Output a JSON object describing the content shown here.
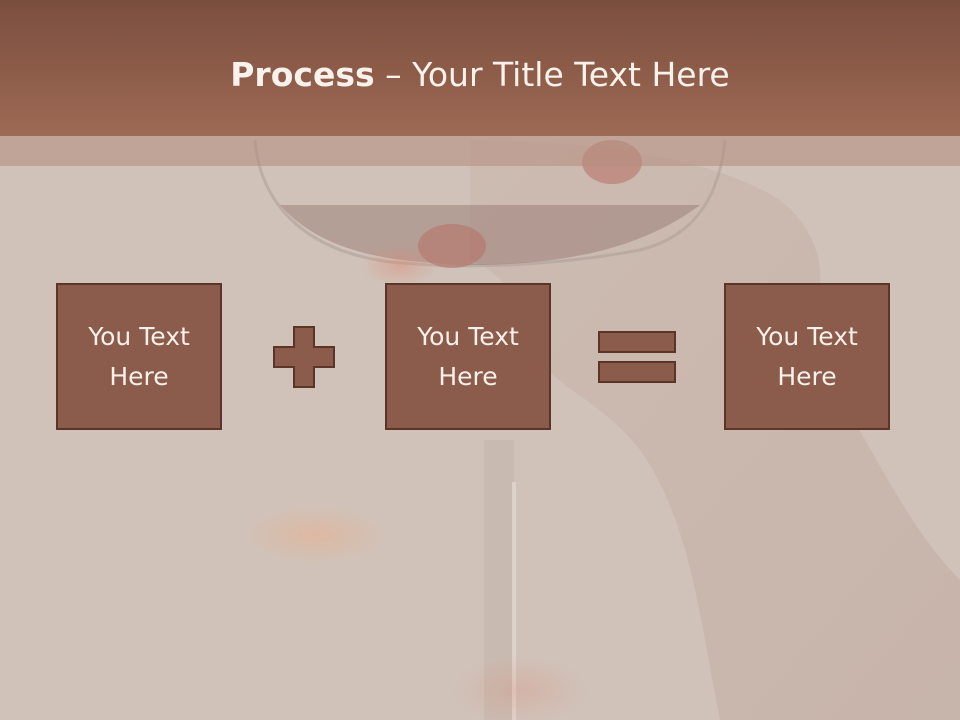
{
  "title": {
    "bold": "Process",
    "rest": " – Your Title Text Here"
  },
  "boxes": [
    {
      "text": "You Text Here"
    },
    {
      "text": "You Text Here"
    },
    {
      "text": "You Text Here"
    }
  ],
  "operators": [
    "plus-icon",
    "equals-icon"
  ],
  "colors": {
    "title_bar": "#8e5d4a",
    "box_fill": "#8b5c4b",
    "box_border": "#5a3528",
    "text_light": "#f7efe9",
    "background": "#cdbfb6"
  }
}
